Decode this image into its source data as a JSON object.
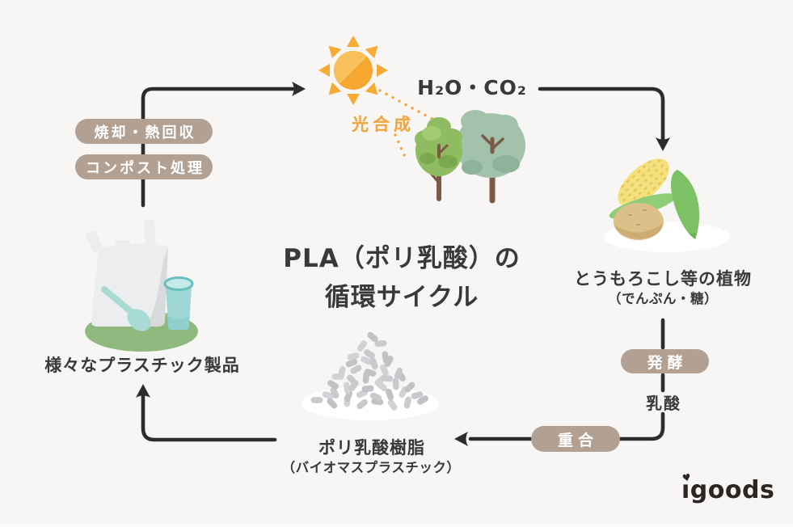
{
  "title": {
    "line1": "PLA（ポリ乳酸）の",
    "line2": "循環サイクル"
  },
  "top": {
    "photosynthesis_label": "光合成",
    "molecules_label": "H₂O・CO₂"
  },
  "badges": {
    "incineration": "焼却・熱回収",
    "compost": "コンポスト処理",
    "fermentation": "発酵",
    "polymerization": "重合"
  },
  "nodes": {
    "plants": {
      "label": "とうもろこし等の植物",
      "sublabel": "（でんぷん・糖）"
    },
    "lactic_acid": {
      "label": "乳酸"
    },
    "resin": {
      "label": "ポリ乳酸樹脂",
      "sublabel": "（バイオマスプラスチック）"
    },
    "products": {
      "label": "様々なプラスチック製品"
    }
  },
  "logo": {
    "text": "igoods",
    "text_display": "ıgoods",
    "heart": "♥"
  },
  "icons": [
    "sun-icon",
    "trees-icon",
    "corn-plant-icon",
    "resin-pellets-icon",
    "plastic-products-icon"
  ],
  "colors": {
    "background": "#F7F6F5",
    "arrow": "#2E2C2B",
    "badge": "#B2A092",
    "badge_text": "#FFFFFF",
    "text": "#3B3938",
    "accent_orange": "#F2A33B",
    "sun": "#F5A72F",
    "tree_green": "#8FBC61",
    "tree_sage": "#A2C2AB",
    "leaf_green": "#7CC163",
    "corn_yellow": "#F5E07E",
    "potato_tan": "#DCC08A",
    "pellet_gray": "#C7C7CB",
    "plastic_teal": "#A9DBD5",
    "base_green": "#8FB97F"
  }
}
